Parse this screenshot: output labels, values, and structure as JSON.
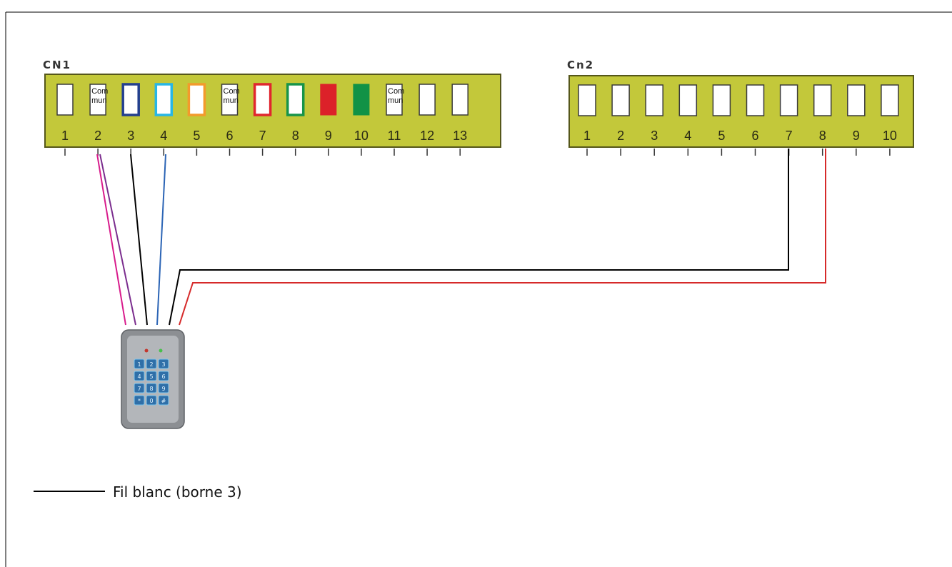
{
  "connectors": {
    "cn1": {
      "title": "CN1",
      "terminals": [
        {
          "number": "1",
          "style": "white",
          "label": ""
        },
        {
          "number": "2",
          "style": "white",
          "label": "Com\nmun"
        },
        {
          "number": "3",
          "style": "outline",
          "color": "#233f8f",
          "label": ""
        },
        {
          "number": "4",
          "style": "outline",
          "color": "#27b6e6",
          "label": ""
        },
        {
          "number": "5",
          "style": "outline",
          "color": "#f39a2c",
          "label": ""
        },
        {
          "number": "6",
          "style": "white",
          "label": "Com\nmun"
        },
        {
          "number": "7",
          "style": "outline",
          "color": "#e0262e",
          "label": ""
        },
        {
          "number": "8",
          "style": "outline",
          "color": "#17944a",
          "label": ""
        },
        {
          "number": "9",
          "style": "filled",
          "color": "#dc2129",
          "label": ""
        },
        {
          "number": "10",
          "style": "filled",
          "color": "#119246",
          "label": ""
        },
        {
          "number": "11",
          "style": "white",
          "label": "Com\nmun"
        },
        {
          "number": "12",
          "style": "white",
          "label": ""
        },
        {
          "number": "13",
          "style": "white",
          "label": ""
        }
      ]
    },
    "cn2": {
      "title": "Cn2",
      "terminals": [
        {
          "number": "1",
          "style": "white",
          "label": ""
        },
        {
          "number": "2",
          "style": "white",
          "label": ""
        },
        {
          "number": "3",
          "style": "white",
          "label": ""
        },
        {
          "number": "4",
          "style": "white",
          "label": ""
        },
        {
          "number": "5",
          "style": "white",
          "label": ""
        },
        {
          "number": "6",
          "style": "white",
          "label": ""
        },
        {
          "number": "7",
          "style": "white",
          "label": ""
        },
        {
          "number": "8",
          "style": "white",
          "label": ""
        },
        {
          "number": "9",
          "style": "white",
          "label": ""
        },
        {
          "number": "10",
          "style": "white",
          "label": ""
        }
      ]
    }
  },
  "wires": [
    {
      "from": "CN1 2",
      "to": "keypad",
      "color": "#d81b8c"
    },
    {
      "from": "CN1 2",
      "to": "keypad",
      "color": "#7b2d8e"
    },
    {
      "from": "CN1 3",
      "to": "keypad",
      "color": "#000000"
    },
    {
      "from": "CN1 4",
      "to": "keypad",
      "color": "#2b64b5"
    },
    {
      "from": "Cn2 7",
      "to": "keypad",
      "color": "#000000"
    },
    {
      "from": "Cn2 8",
      "to": "keypad",
      "color": "#d62a2a"
    }
  ],
  "keypad": {
    "keys": [
      "1",
      "2",
      "3",
      "4",
      "5",
      "6",
      "7",
      "8",
      "9",
      "*",
      "0",
      "#"
    ]
  },
  "legend": {
    "text": "Fil blanc (borne 3)",
    "color": "#000000"
  },
  "colors": {
    "board": "#c3c83a",
    "board_border": "#55571a"
  }
}
